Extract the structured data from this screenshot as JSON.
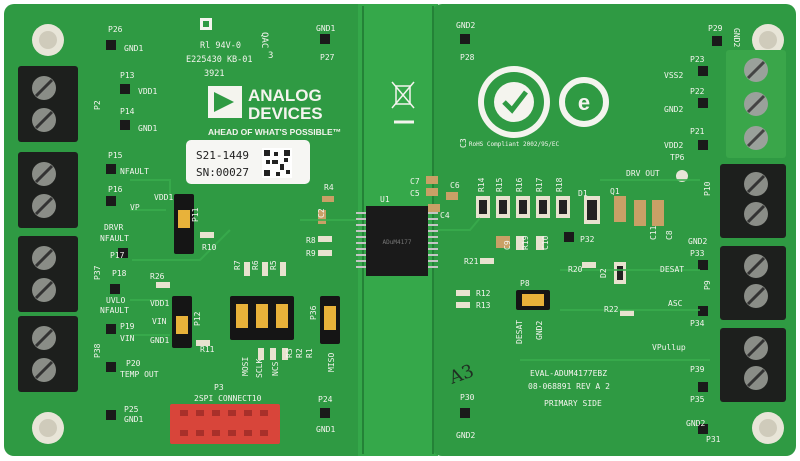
{
  "board": {
    "colors": {
      "pcb": "#2f9a43",
      "pcb_dark": "#248237",
      "silkscreen": "#f4f4ee",
      "terminal_black": "#1d1f1d",
      "terminal_green": "#3aa64a",
      "connector_red": "#d8453a",
      "jumper_orange": "#e8b23a"
    },
    "left_panel": {
      "logo_line1": "ANALOG",
      "logo_line2": "DEVICES",
      "tagline": "AHEAD OF WHAT'S POSSIBLE™",
      "ul_mark": "Rl 94V-0",
      "ul_file": "E225430 KB-01",
      "date_code": "3921",
      "qa": "QAC",
      "qa_num": "3",
      "serial_label": "S21-1449",
      "serial_number": "SN:00027",
      "spi_connector": "2SPI CONNECT10",
      "p3": "P3",
      "labels": {
        "p26": "P26",
        "gnd1_a": "GND1",
        "p27": "P27",
        "gnd1_b": "GND1",
        "p13": "P13",
        "vdd1_a": "VDD1",
        "p14": "P14",
        "gnd1_c": "GND1",
        "p2": "P2",
        "p15": "P15",
        "nfault_a": "NFAULT",
        "p16": "P16",
        "vp": "VP",
        "vdd1_b": "VDD1",
        "p11": "P11",
        "r10": "R10",
        "drvr": "DRVR",
        "nfault_b": "NFAULT",
        "p17": "P17",
        "p37": "P37",
        "p18": "P18",
        "r26": "R26",
        "uvlo": "UVLO",
        "nfault_c": "NFAULT",
        "vdd1_c": "VDD1",
        "vin_a": "VIN",
        "p12": "P12",
        "gnd1_d": "GND1",
        "p19": "P19",
        "vin_b": "VIN",
        "r11": "R11",
        "p38": "P38",
        "p20": "P20",
        "temp_out": "TEMP OUT",
        "p25": "P25",
        "gnd1_e": "GND1",
        "p24": "P24",
        "gnd1_f": "GND1",
        "r4": "R4",
        "c2": "C2",
        "r8": "R8",
        "r9": "R9",
        "r7": "R7",
        "r6": "R6",
        "r5": "R5",
        "r3": "R3",
        "r2": "R2",
        "r1": "R1",
        "p36": "P36",
        "mosi": "MOSI",
        "sclk": "SCLK",
        "ncs": "NCS",
        "miso": "MISO"
      }
    },
    "center": {
      "u1": "U1",
      "chip_marking": "ADuM4177"
    },
    "right_panel": {
      "p28": "P28",
      "gnd2_a": "GND2",
      "p29": "P29",
      "gnd2_b": "GND2",
      "p23": "P23",
      "vss2": "VSS2",
      "p22": "P22",
      "gnd2_c": "GND2",
      "p21": "P21",
      "vdd2": "VDD2",
      "tp6": "TP6",
      "drv_out": "DRV OUT",
      "p10": "P10",
      "c3": "C3",
      "c7": "C7",
      "c5": "C5",
      "c6": "C6",
      "c4": "C4",
      "r14": "R14",
      "r15": "R15",
      "r16": "R16",
      "r17": "R17",
      "r18": "R18",
      "d1": "D1",
      "q1": "Q1",
      "c11": "C11",
      "c8": "C8",
      "gnd2_d": "GND2",
      "p32": "P32",
      "d2": "D2",
      "r20": "R20",
      "r21": "R21",
      "r19": "R19",
      "c9": "C9",
      "c10": "C10",
      "desat": "DESAT",
      "p33": "P33",
      "r12": "R12",
      "r13": "R13",
      "p8": "P8",
      "desat_jumper": "DESAT",
      "gnd2_jumper": "GND2",
      "r22": "R22",
      "asc": "ASC",
      "p34": "P34",
      "vpullup": "VPullup",
      "p9": "P9",
      "handwritten": "A3",
      "eval_name": "EVAL-ADUM4177EBZ",
      "part_rev": "08-068891 REV A 2",
      "side": "PRIMARY SIDE",
      "p35": "P35",
      "p39": "P39",
      "p30": "P30",
      "gnd2_e": "GND2",
      "gnd2_f": "GND2",
      "p31": "P31",
      "rohs_text": "RoHS Compliant 2002/95/EC"
    }
  }
}
